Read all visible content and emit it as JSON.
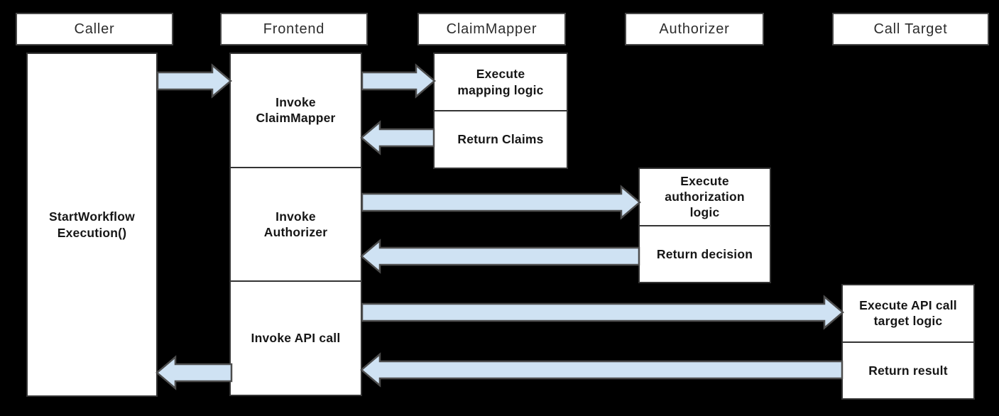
{
  "diagram": {
    "type": "sequence-diagram",
    "colors": {
      "background": "#000000",
      "box_fill": "#ffffff",
      "box_border": "#343434",
      "header_border": "#474747",
      "arrow_fill": "#cfe2f3",
      "arrow_border": "#4d4d4d",
      "text": "#161616"
    },
    "headers": {
      "caller": "Caller",
      "frontend": "Frontend",
      "claim_mapper": "ClaimMapper",
      "authorizer": "Authorizer",
      "call_target": "Call Target"
    },
    "nodes": {
      "caller_activity": "StartWorkflow\nExecution()",
      "frontend_invoke_claim_mapper": "Invoke\nClaimMapper",
      "frontend_invoke_authorizer": "Invoke\nAuthorizer",
      "frontend_invoke_api_call": "Invoke API call",
      "claim_mapper_execute": "Execute\nmapping logic",
      "claim_mapper_return": "Return Claims",
      "authorizer_execute": "Execute\nauthorization\nlogic",
      "authorizer_return": "Return decision",
      "call_target_execute": "Execute API call\ntarget logic",
      "call_target_return": "Return result"
    },
    "arrows": [
      {
        "from": "Caller",
        "to": "Frontend",
        "direction": "right"
      },
      {
        "from": "Frontend",
        "to": "ClaimMapper",
        "direction": "right"
      },
      {
        "from": "ClaimMapper",
        "to": "Frontend",
        "direction": "left"
      },
      {
        "from": "Frontend",
        "to": "Authorizer",
        "direction": "right"
      },
      {
        "from": "Authorizer",
        "to": "Frontend",
        "direction": "left"
      },
      {
        "from": "Frontend",
        "to": "Call Target",
        "direction": "right"
      },
      {
        "from": "Call Target",
        "to": "Frontend",
        "direction": "left"
      },
      {
        "from": "Frontend",
        "to": "Caller",
        "direction": "left"
      }
    ]
  }
}
